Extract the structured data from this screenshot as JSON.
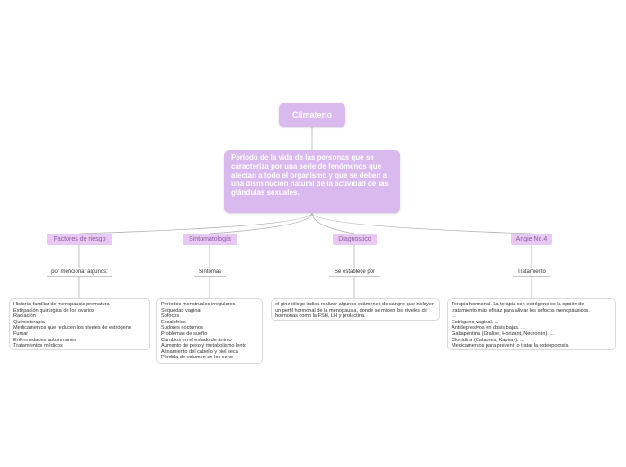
{
  "root": {
    "label": "Climaterio"
  },
  "definition": {
    "text": "Periodo de la vida de las personas que se caracteriza por una serie de fenómenos que afectan a todo el organismo y que se deben a una disminución natural de la actividad de las glándulas sexuales."
  },
  "branches": [
    {
      "label": "Factores de riesgo",
      "connector": "por mencionar algunos:",
      "items": [
        "Historial familiar de menopausia prematura",
        "Extirpación quirúrgica de los ovarios",
        "Radiación",
        "Quimioterapia",
        "Medicamentos que reducen los niveles de estrógeno",
        "Fumar",
        "Enfermedades autoinmunes",
        "Tratamientos médicos"
      ]
    },
    {
      "label": "Sintomatología",
      "connector": "Síntomas",
      "items": [
        "Períodos menstruales irregulares",
        "Sequedad vaginal",
        "Sofocos",
        "Escalofríos",
        "Sudores nocturnos",
        "Problemas de sueño",
        "Cambios en el estado de ánimo",
        "Aumento de peso y metabolismo lento",
        "Afinamiento del cabello y piel seca",
        "Pérdida de volumen en los seno"
      ]
    },
    {
      "label": "Diagnostico",
      "connector": "Se establece por",
      "text": "el ginecólogo indica realizar algunos exámenes de sangre que incluyen un perfil hormonal de la menopausia, donde se miden los niveles de hormonas como la FSH, LH y prolactina."
    },
    {
      "label": "Angie No.4",
      "connector": "Tratamiento",
      "items": [
        "Terapia hormonal. La terapia con estrógeno es la opción de",
        "tratamiento más eficaz para aliviar los sofocos menopáusicos.",
        "...",
        "Estrógeno vaginal. ...",
        "Antidepresivos en dosis bajas. ...",
        "Gabapentina (Gralise, Horizant, Neurontin). ...",
        "Clonidina (Catapres, Kapvay). ...",
        "Medicamentos para prevenir o tratar la osteoporosis."
      ]
    }
  ],
  "colors": {
    "main_node": "#dab9ee",
    "branch_node": "#e7c9f4",
    "branch_text": "#8a5ca3",
    "connector_line": "#b0b0b0"
  }
}
